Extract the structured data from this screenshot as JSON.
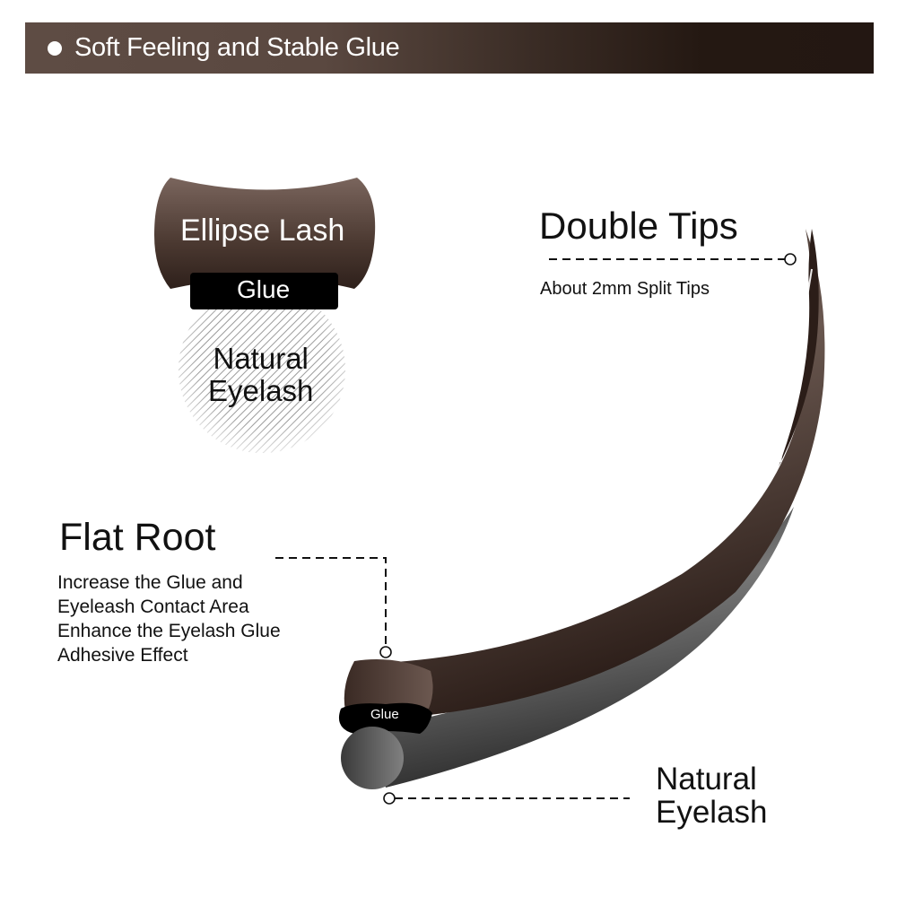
{
  "banner": {
    "bullet_icon": "white-dot",
    "title": "Soft Feeling  and Stable Glue",
    "gradient": [
      "#5e4c44",
      "#231712"
    ]
  },
  "cross_section": {
    "lash_label": "Ellipse Lash",
    "glue_label": "Glue",
    "natural_label_line1": "Natural",
    "natural_label_line2": "Eyelash",
    "lash_color": "#6e5850",
    "glue_color": "#000000"
  },
  "double_tips": {
    "title": "Double Tips",
    "description": "About 2mm Split Tips"
  },
  "flat_root": {
    "title": "Flat Root",
    "lines": [
      "Increase the Glue and",
      "Eyeleash Contact Area",
      "Enhance the Eyelash Glue",
      "Adhesive Effect"
    ]
  },
  "diagram": {
    "glue_label": "Glue",
    "natural_label_line1": "Natural",
    "natural_label_line2": "Eyelash",
    "lash_color": "#3a2a24",
    "natural_color": "#555555"
  }
}
